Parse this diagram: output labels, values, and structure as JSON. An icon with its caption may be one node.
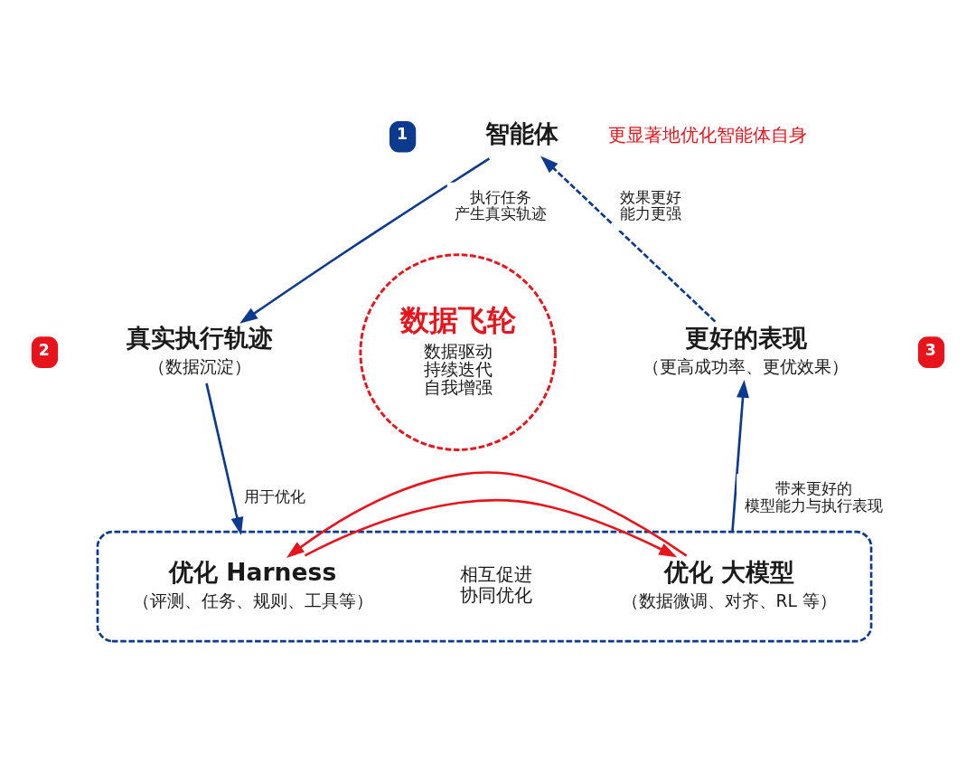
{
  "diagram": {
    "nodes": [
      {
        "text": [
          "智能体"
        ]
      },
      {
        "text": [
          "真实执行轨迹",
          "（数据沉淀）"
        ]
      },
      {
        "text": [
          "数据飞轮",
          "数据驱动持续迭代自我增强"
        ]
      },
      {
        "text": [
          "更好的表现",
          "（更高成功率、更优效果）"
        ]
      },
      {
        "text": [],
        "shape": "box"
      },
      {
        "text": [
          "优化 Harness",
          "（评测、任务、规则、工具等）"
        ],
        "in": 4
      },
      {
        "text": [
          "优化 大模型",
          "（数据微调、对齐、RL 等）"
        ],
        "in": 4
      }
    ],
    "edges": [
      {
        "from": 0,
        "to": 1,
        "arrow": "to",
        "label": "执行任务产生真实轨迹"
      },
      {
        "from": 1,
        "to": 4,
        "arrow": "to",
        "label": "用于优化"
      },
      {
        "from": 4,
        "to": 3,
        "arrow": "to",
        "label": "带来更好的模型能力与执行表现"
      },
      {
        "from": 3,
        "to": 0,
        "arrow": "to",
        "label": "效果更好能力更强",
        "style": "dashed"
      },
      {
        "from": 5,
        "to": 6,
        "arrow": "to",
        "color": "#e8141b"
      },
      {
        "from": 6,
        "to": 5,
        "arrow": "to",
        "color": "#e8141b"
      }
    ],
    "labels": [
      "更显著地优化智能体自身",
      "1",
      "2",
      "3",
      "相互促进协同优化"
    ]
  }
}
